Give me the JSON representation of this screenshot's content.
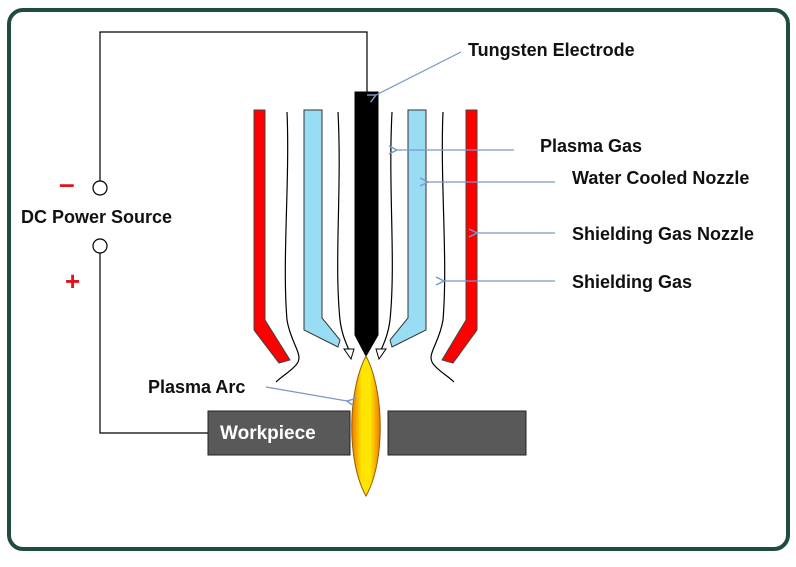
{
  "labels": {
    "tungsten_electrode": "Tungsten Electrode",
    "plasma_gas": "Plasma Gas",
    "water_cooled_nozzle": "Water Cooled Nozzle",
    "shielding_gas_nozzle": "Shielding Gas Nozzle",
    "shielding_gas": "Shielding Gas",
    "dc_power_source": "DC Power Source",
    "plasma_arc": "Plasma Arc",
    "workpiece": "Workpiece",
    "minus": "–",
    "plus": "+"
  },
  "colors": {
    "border": "#1f4d3a",
    "shielding_nozzle": "#ff0000",
    "water_nozzle": "#99ddf5",
    "electrode": "#000000",
    "workpiece": "#595959",
    "arrow": "#7a97c9",
    "polarity": "#e0151b"
  }
}
